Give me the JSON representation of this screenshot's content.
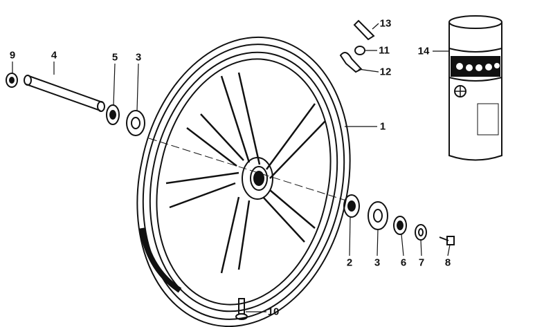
{
  "diagram": {
    "callouts": [
      {
        "id": "9",
        "text": "9"
      },
      {
        "id": "4",
        "text": "4"
      },
      {
        "id": "5",
        "text": "5"
      },
      {
        "id": "3a",
        "text": "3"
      },
      {
        "id": "13",
        "text": "13"
      },
      {
        "id": "11",
        "text": "11"
      },
      {
        "id": "12",
        "text": "12"
      },
      {
        "id": "14",
        "text": "14"
      },
      {
        "id": "1",
        "text": "1"
      },
      {
        "id": "2",
        "text": "2"
      },
      {
        "id": "3b",
        "text": "3"
      },
      {
        "id": "6",
        "text": "6"
      },
      {
        "id": "7",
        "text": "7"
      },
      {
        "id": "8",
        "text": "8"
      },
      {
        "id": "10",
        "text": "10"
      }
    ]
  }
}
